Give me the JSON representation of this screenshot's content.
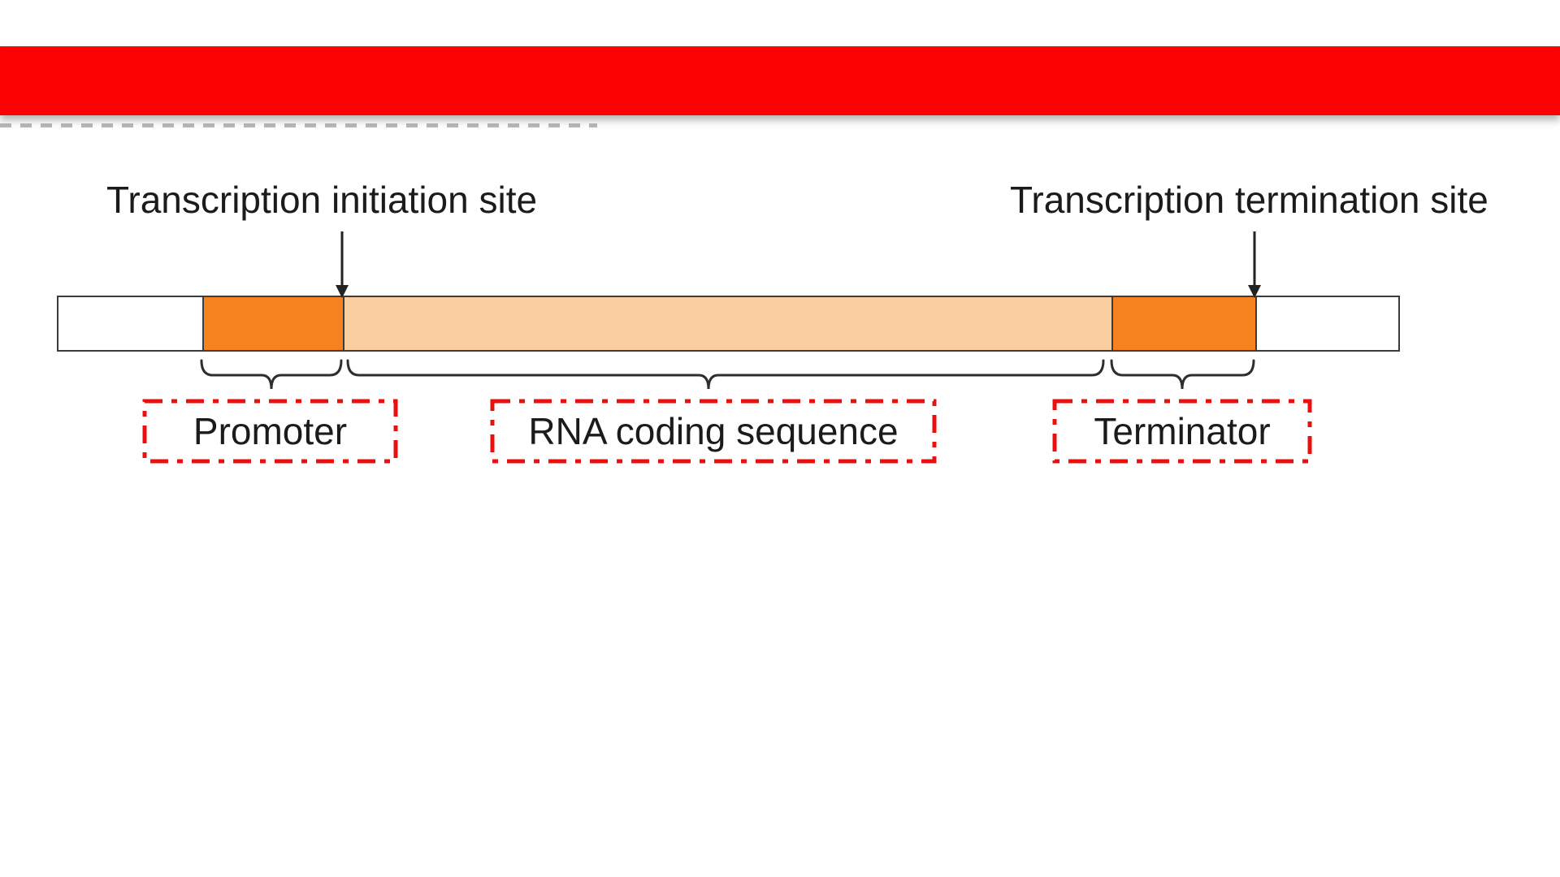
{
  "page": {
    "background": "#FFFFFF"
  },
  "banner": {
    "color": "#FB0303"
  },
  "annotations": {
    "initiation_label": "Transcription initiation site",
    "termination_label": "Transcription termination site"
  },
  "gene_bar": {
    "outline_color": "#3B3B3B",
    "segments": [
      {
        "name": "upstream-flank",
        "color": "#FFFFFF"
      },
      {
        "name": "promoter",
        "color": "#F5821F"
      },
      {
        "name": "rna-coding-sequence",
        "color": "#FACDA1"
      },
      {
        "name": "terminator",
        "color": "#F5821F"
      },
      {
        "name": "downstream-flank",
        "color": "#FFFFFF"
      }
    ]
  },
  "regions": {
    "highlight_color": "#EB1010",
    "promoter": {
      "label": "Promoter"
    },
    "rna_coding": {
      "label": "RNA coding sequence"
    },
    "terminator": {
      "label": "Terminator"
    }
  }
}
